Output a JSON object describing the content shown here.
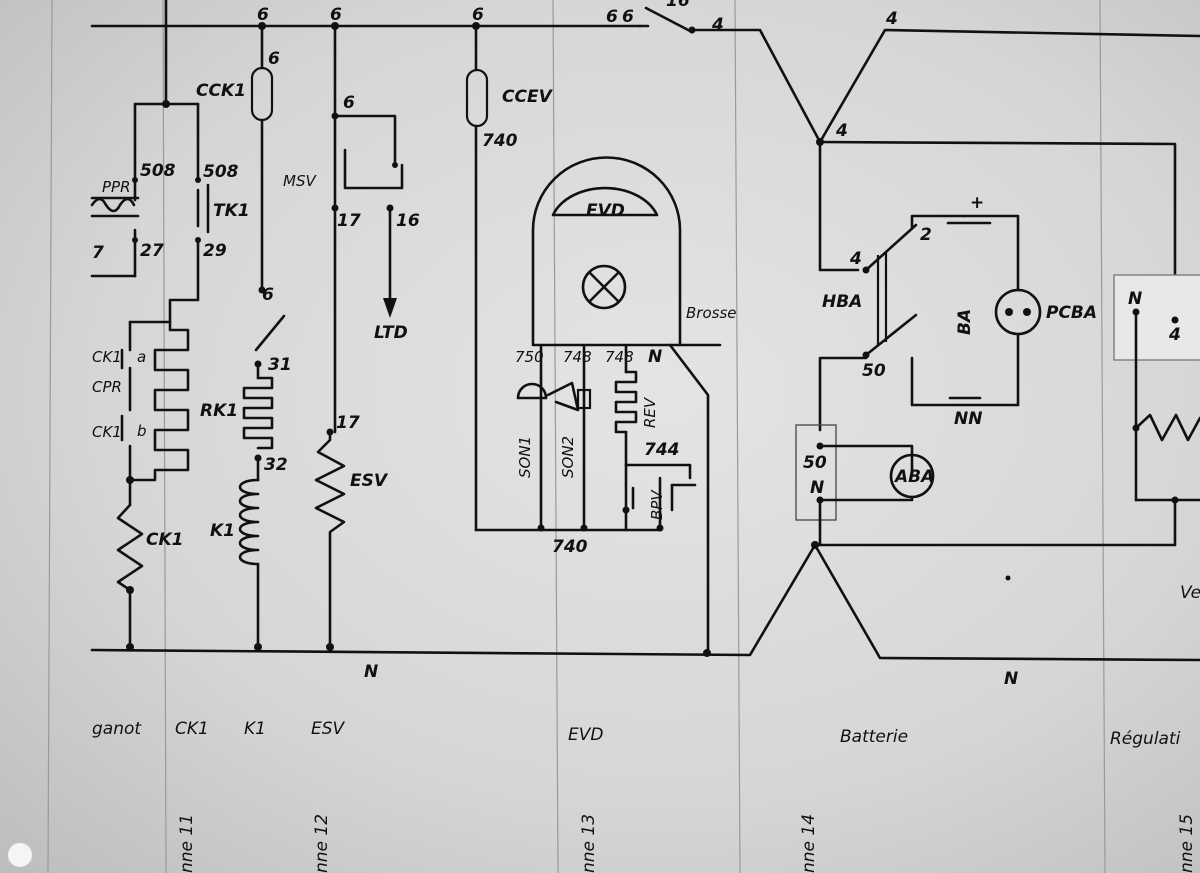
{
  "wires": {
    "w6a": "6",
    "w6b": "6",
    "w6c": "6",
    "w6d": "6",
    "w6e": "6",
    "w6f": "6",
    "w6g": "6",
    "w6h": "6",
    "w4a": "4",
    "w4b": "4",
    "w4c": "4",
    "w4d": "4",
    "w4e": "4",
    "w16top": "16",
    "w508a": "508",
    "w508b": "508",
    "w27": "27",
    "w29": "29",
    "w7": "7",
    "w31": "31",
    "w32": "32",
    "w17a": "17",
    "w17b": "17",
    "w16": "16",
    "w740a": "740",
    "w740b": "740",
    "w750": "750",
    "w748a": "748",
    "w748b": "748",
    "w744": "744",
    "w2": "2",
    "w50a": "50",
    "w50b": "50",
    "wNa": "N",
    "wNb": "N",
    "wNc": "N",
    "wNd": "N",
    "wNe": "N",
    "wNN": "NN",
    "wplus": "+"
  },
  "components": {
    "cck1": "CCK1",
    "ccev": "CCEV",
    "msv": "MSV",
    "ltd": "LTD",
    "tk1": "TK1",
    "rk1": "RK1",
    "k1": "K1",
    "esv": "ESV",
    "ck1": "CK1",
    "ck1a": "CK1",
    "ck1b": "CK1",
    "a": "a",
    "b": "b",
    "cpr": "CPR",
    "ppr": "PPR",
    "evd": "EVD",
    "brosse": "Brosse",
    "son1": "SON1",
    "son2": "SON2",
    "rev": "REV",
    "bpv": "BPV",
    "hba": "HBA",
    "ba": "BA",
    "pcba": "PCBA",
    "aba": "ABA",
    "ve": "Ve"
  },
  "captions": {
    "ganot": "ganot",
    "ck1": "CK1",
    "k1": "K1",
    "esv": "ESV",
    "evd": "EVD",
    "batterie": "Batterie",
    "regulation": "Régulati"
  },
  "columns": {
    "c11": "nne 11",
    "c12": "nne 12",
    "c13": "nne 13",
    "c14": "nne 14",
    "c15": "nne 15"
  }
}
